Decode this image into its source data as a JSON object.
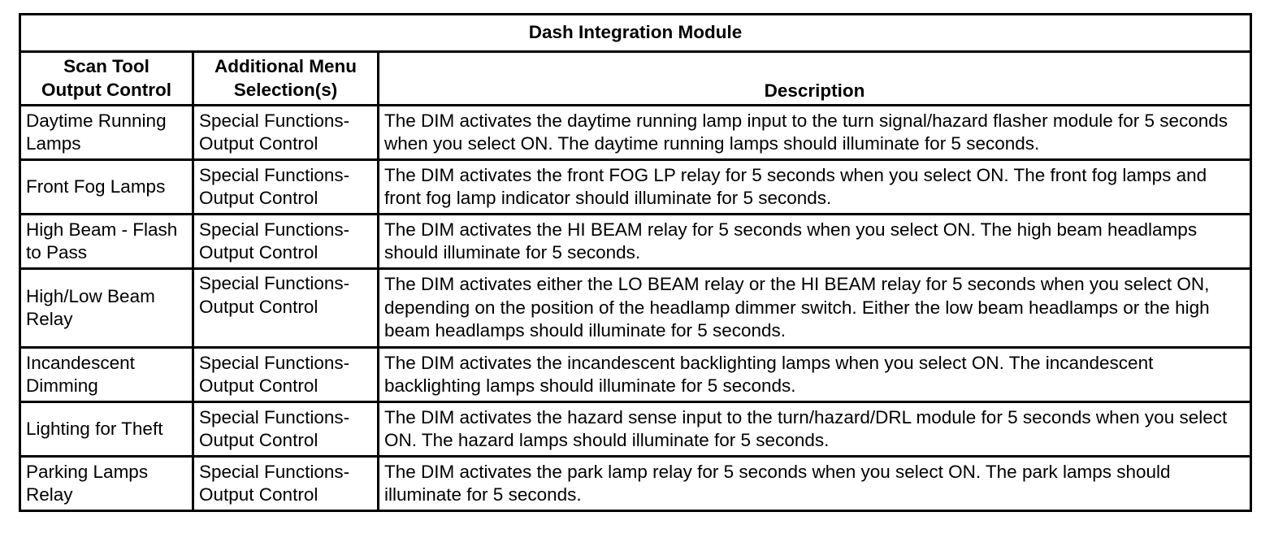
{
  "table": {
    "title": "Dash Integration Module",
    "headers": {
      "col1_line1": "Scan Tool",
      "col1_line2": "Output Control",
      "col2_line1": "Additional Menu",
      "col2_line2": "Selection(s)",
      "col3": "Description"
    },
    "rows": [
      {
        "control": "Daytime Running Lamps",
        "menu": "Special Functions-Output Control",
        "description": "The DIM activates the daytime running lamp input to the turn signal/hazard flasher module for 5 seconds when you select ON. The daytime running lamps should illuminate for 5 seconds."
      },
      {
        "control": "Front Fog Lamps",
        "menu": "Special Functions-Output Control",
        "description": "The DIM activates the front FOG LP relay for 5 seconds when you select ON. The front fog lamps and front fog lamp indicator should illuminate for 5 seconds."
      },
      {
        "control": "High Beam - Flash to Pass",
        "menu": "Special Functions-Output Control",
        "description": "The DIM activates the HI BEAM relay for 5 seconds when you select ON. The high beam headlamps should illuminate for 5 seconds."
      },
      {
        "control": "High/Low Beam Relay",
        "menu": "Special Functions-Output Control",
        "description": "The DIM activates either the LO BEAM relay or the HI BEAM relay for 5 seconds when you select ON, depending on the position of the headlamp dimmer switch. Either the low beam headlamps or the high beam headlamps should illuminate for 5 seconds."
      },
      {
        "control": "Incandescent Dimming",
        "menu": "Special Functions-Output Control",
        "description": "The DIM activates the incandescent backlighting lamps when you select ON. The incandescent backlighting lamps should illuminate for 5 seconds."
      },
      {
        "control": "Lighting for Theft",
        "menu": "Special Functions-Output Control",
        "description": "The DIM activates the hazard sense input to the turn/hazard/DRL module for 5 seconds when you select ON. The hazard lamps should illuminate for 5 seconds."
      },
      {
        "control": "Parking Lamps Relay",
        "menu": "Special Functions-Output Control",
        "description": "The DIM activates the park lamp relay for 5 seconds when you select ON. The park lamps should illuminate for 5 seconds."
      }
    ]
  }
}
